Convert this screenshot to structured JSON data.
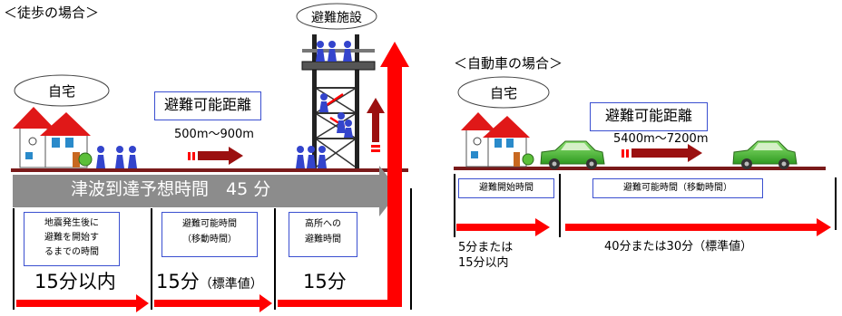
{
  "walk": {
    "title": "＜徒歩の場合＞",
    "home": "自宅",
    "facility": "避難施設",
    "distance_label": "避難可能距離",
    "distance_value": "500m～900m",
    "tsunami_bar": "津波到達予想時間　45 分",
    "phase1_box": [
      "地震発生後に",
      "避難を開始す",
      "るまでの時間"
    ],
    "phase2_box": [
      "避難可能時間",
      "（移動時間）"
    ],
    "phase3_box": [
      "高所への",
      "避難時間"
    ],
    "phase1_time": "15分以内",
    "phase2_time_main": "15分",
    "phase2_time_note": "（標準値）",
    "phase3_time": "15分"
  },
  "car": {
    "title": "＜自動車の場合＞",
    "home": "自宅",
    "distance_label": "避難可能距離",
    "distance_value": "5400m～7200m",
    "phase1_box": "避難開始時間",
    "phase2_box": "避難可能時間（移動時間）",
    "phase1_time": [
      "5分または",
      "15分以内"
    ],
    "phase2_time": "40分または30分（標準値）"
  },
  "colors": {
    "red_arrow": "#ff0000",
    "dark_red_arrow": "#9b1010",
    "gray_bar": "#8c8c8c",
    "ground": "#7a1a1a",
    "box_border": "#3a4fd0",
    "figure_blue": "#3344cc",
    "car_green": "#44b830"
  }
}
